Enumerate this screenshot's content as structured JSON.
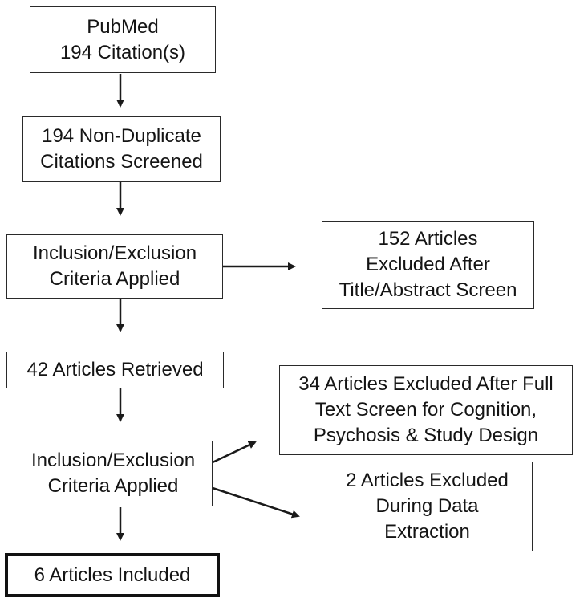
{
  "flowchart": {
    "pubmed": {
      "line1": "PubMed",
      "line2": "194 Citation(s)"
    },
    "non_duplicate": {
      "line1": "194 Non-Duplicate",
      "line2": "Citations Screened"
    },
    "criteria_1": {
      "line1": "Inclusion/Exclusion",
      "line2": "Criteria Applied"
    },
    "excluded_title_abstract": {
      "line1": "152 Articles",
      "line2": "Excluded After",
      "line3": "Title/Abstract Screen"
    },
    "retrieved": {
      "line1": "42 Articles Retrieved"
    },
    "excluded_full_text": {
      "line1": "34 Articles Excluded After Full",
      "line2": "Text Screen for Cognition,",
      "line3": "Psychosis & Study Design"
    },
    "criteria_2": {
      "line1": "Inclusion/Exclusion",
      "line2": "Criteria Applied"
    },
    "excluded_extraction": {
      "line1": "2 Articles Excluded",
      "line2": "During Data",
      "line3": "Extraction"
    },
    "included": {
      "line1": "6 Articles Included"
    }
  },
  "colors": {
    "border": "#2a2a2a",
    "text": "#141414",
    "background": "#ffffff"
  }
}
